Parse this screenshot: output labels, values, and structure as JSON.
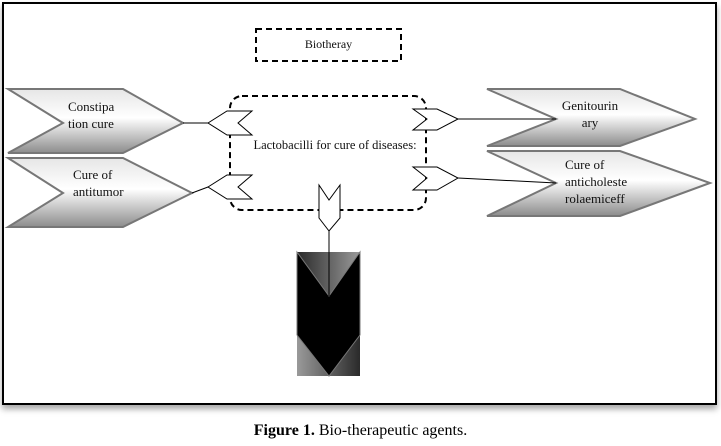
{
  "diagram": {
    "title_box": "Biotheray",
    "center_box": "Lactobacilli  for cure of diseases:",
    "left_nodes": [
      {
        "line1": "Constipa",
        "line2": "tion cure"
      },
      {
        "line1": "Cure of",
        "line2": "antitumor"
      }
    ],
    "right_nodes": [
      {
        "line1": "Genitourin",
        "line2": "ary"
      },
      {
        "line1": "Cure of",
        "line2": "anticholeste",
        "line3": "rolaemiceff"
      }
    ],
    "bottom_node": {
      "label": ""
    }
  },
  "caption": {
    "label": "Figure 1.",
    "text": " Bio-therapeutic agents."
  }
}
